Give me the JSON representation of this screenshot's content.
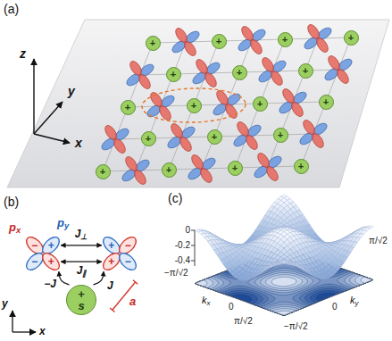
{
  "diagram": {
    "nodes": [
      {
        "text": [
          "+"
        ]
      },
      {
        "text": [
          "+"
        ]
      },
      {
        "text": [
          "+"
        ]
      },
      {
        "text": [
          "+"
        ]
      },
      {
        "text": [
          "+"
        ]
      },
      {
        "text": [
          "+"
        ]
      },
      {
        "text": [
          "+"
        ]
      },
      {
        "text": [
          "+"
        ]
      },
      {
        "text": [
          "+"
        ]
      },
      {
        "text": [
          "+"
        ]
      },
      {
        "text": [
          "+"
        ]
      },
      {
        "text": [
          "+"
        ]
      },
      {
        "text": [
          "+"
        ]
      },
      {
        "text": [
          "+"
        ]
      },
      {
        "text": [
          "+"
        ]
      },
      {
        "text": [
          "+"
        ]
      },
      {
        "text": [
          "+"
        ]
      },
      {
        "text": [
          "+"
        ]
      },
      {
        "text": [
          "−"
        ]
      },
      {
        "text": [
          "+"
        ]
      },
      {
        "text": [
          "−"
        ]
      },
      {
        "text": [
          "+"
        ]
      },
      {
        "text": [
          "+"
        ]
      },
      {
        "text": [
          "−"
        ]
      },
      {
        "text": [
          "+"
        ]
      },
      {
        "text": [
          "−"
        ]
      },
      {
        "text": [
          "+",
          "s"
        ]
      }
    ],
    "edges": [
      {
        "from": 19,
        "to": 22,
        "label": "J⊥",
        "arrow": "both"
      },
      {
        "from": 21,
        "to": 24,
        "label": "J∥",
        "arrow": "both"
      },
      {
        "from": 26,
        "to": 21,
        "label": "−J",
        "arrow": "to"
      },
      {
        "from": 26,
        "to": 24,
        "label": "J",
        "arrow": "to"
      }
    ],
    "labels": [
      "(a)",
      "z",
      "y",
      "x",
      "(b)",
      "px",
      "py",
      "y",
      "x",
      "a",
      "(c)",
      "0",
      "-0.2",
      "-0.4",
      "−π/√2",
      "π/√2",
      "kx",
      "0",
      "0",
      "ky",
      "π/√2",
      "−π/√2"
    ]
  }
}
